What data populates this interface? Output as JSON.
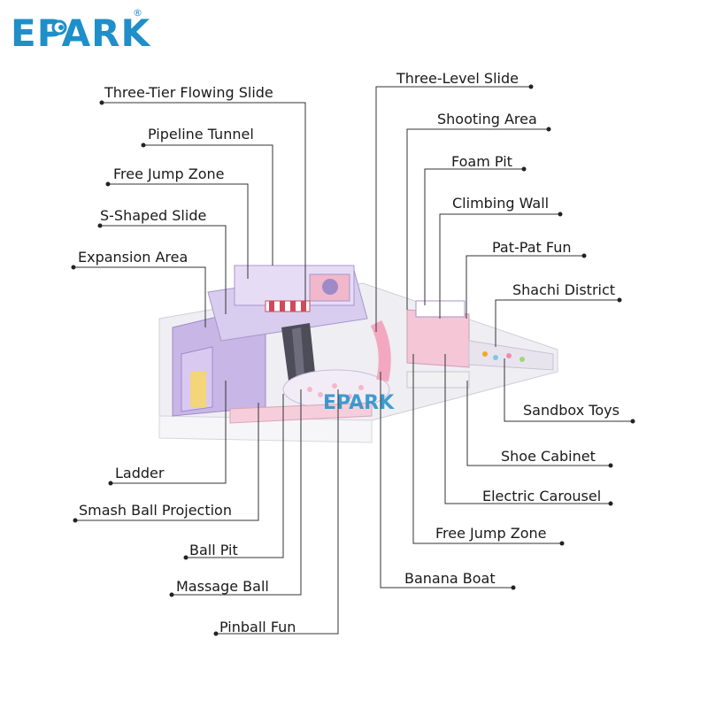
{
  "logo": {
    "text": "EPARK",
    "registered_mark": "®",
    "color": "#1f8fc9"
  },
  "colors": {
    "label_text": "#1a1a1a",
    "leader_line": "#333333",
    "playground_purple": "#b9a4dd",
    "playground_pink": "#f4c6d6"
  },
  "playground_watermark": "EPARK",
  "labels_left": [
    "Three-Tier Flowing Slide",
    "Pipeline Tunnel",
    "Free Jump Zone",
    "S-Shaped Slide",
    "Expansion Area",
    "Ladder",
    "Smash Ball Projection",
    "Ball Pit",
    "Massage Ball",
    "Pinball Fun"
  ],
  "labels_right": [
    "Three-Level Slide",
    "Shooting Area",
    "Foam Pit",
    "Climbing Wall",
    "Pat-Pat Fun",
    "Shachi District",
    "Sandbox Toys",
    "Shoe Cabinet",
    "Electric Carousel",
    "Free Jump Zone",
    "Banana Boat"
  ]
}
